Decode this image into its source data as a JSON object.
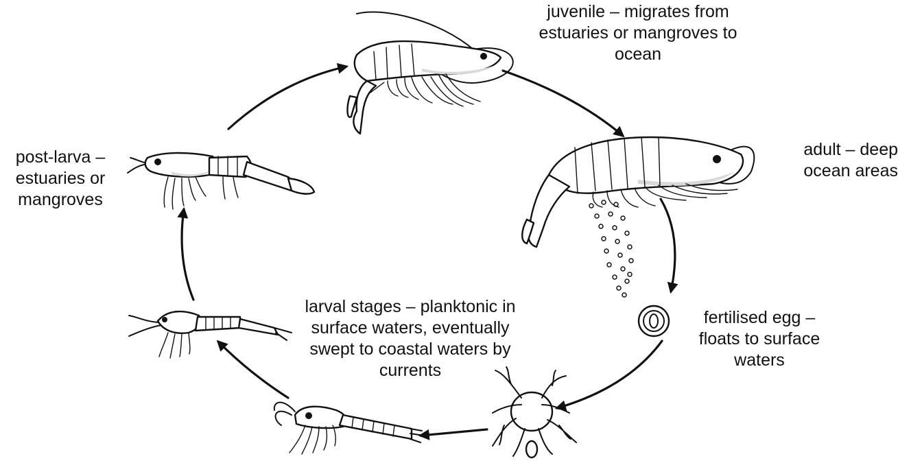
{
  "stages": {
    "juvenile": {
      "lines": [
        "juvenile – migrates from",
        "estuaries or mangroves to",
        "ocean"
      ]
    },
    "adult": {
      "lines": [
        "adult – deep",
        "ocean areas"
      ]
    },
    "egg": {
      "lines": [
        "fertilised egg –",
        "floats to surface",
        "waters"
      ]
    },
    "larval": {
      "lines": [
        "larval stages – planktonic in",
        "surface waters, eventually",
        "swept to coastal waters by",
        "currents"
      ]
    },
    "post_larva": {
      "lines": [
        "post-larva –",
        "estuaries or",
        "mangroves"
      ]
    }
  }
}
